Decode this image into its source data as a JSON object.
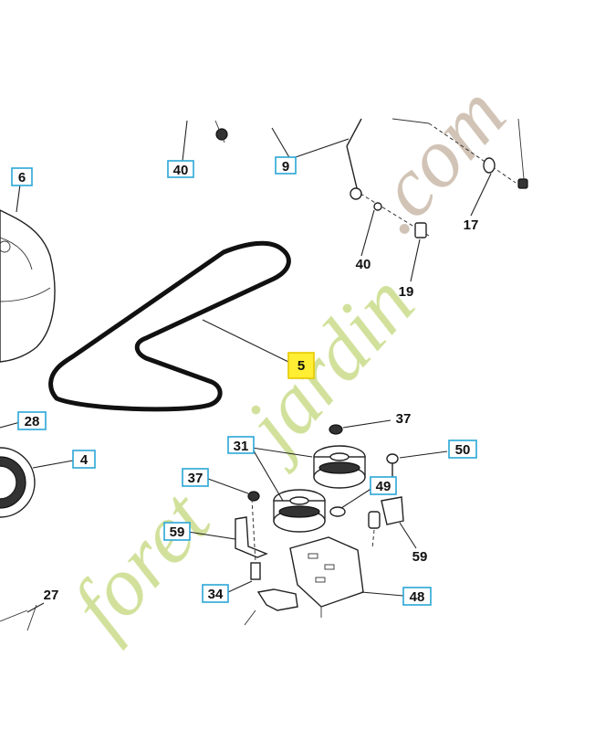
{
  "watermark": {
    "text_part1": "foret",
    "text_part2": "jardin",
    "text_part3": ".com",
    "color_light": "#c9dc8a",
    "color_orange": "#f2a35a",
    "color_grey": "#c9b9a8"
  },
  "callouts": {
    "c40a": "40",
    "c9": "9",
    "c6": "6",
    "c17": "17",
    "c40b": "40",
    "c19": "19",
    "c5": "5",
    "c28": "28",
    "c37a": "37",
    "c31": "31",
    "c50": "50",
    "c4": "4",
    "c37b": "37",
    "c49": "49",
    "c59a": "59",
    "c59b": "59",
    "c34": "34",
    "c48": "48",
    "c27": "27"
  },
  "colors": {
    "box_border": "#2aa7d6",
    "highlight": "#ffee33"
  }
}
